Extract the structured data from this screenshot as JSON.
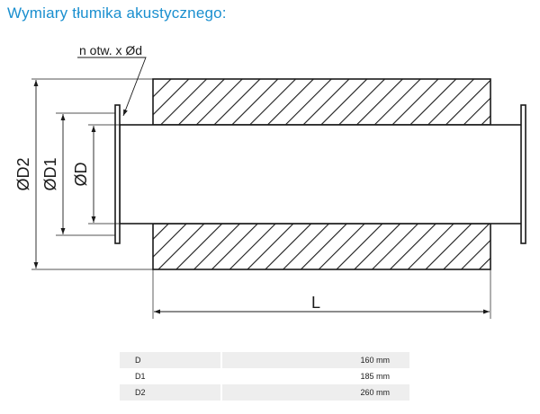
{
  "title": "Wymiary tłumika akustycznego:",
  "diagram": {
    "flange_note": "n otw. x Ød",
    "label_d2": "ØD2",
    "label_d1": "ØD1",
    "label_d": "ØD",
    "label_l": "L"
  },
  "dimensions_table": [
    {
      "name": "D",
      "value": "160 mm"
    },
    {
      "name": "D1",
      "value": "185 mm"
    },
    {
      "name": "D2",
      "value": "260 mm"
    }
  ]
}
